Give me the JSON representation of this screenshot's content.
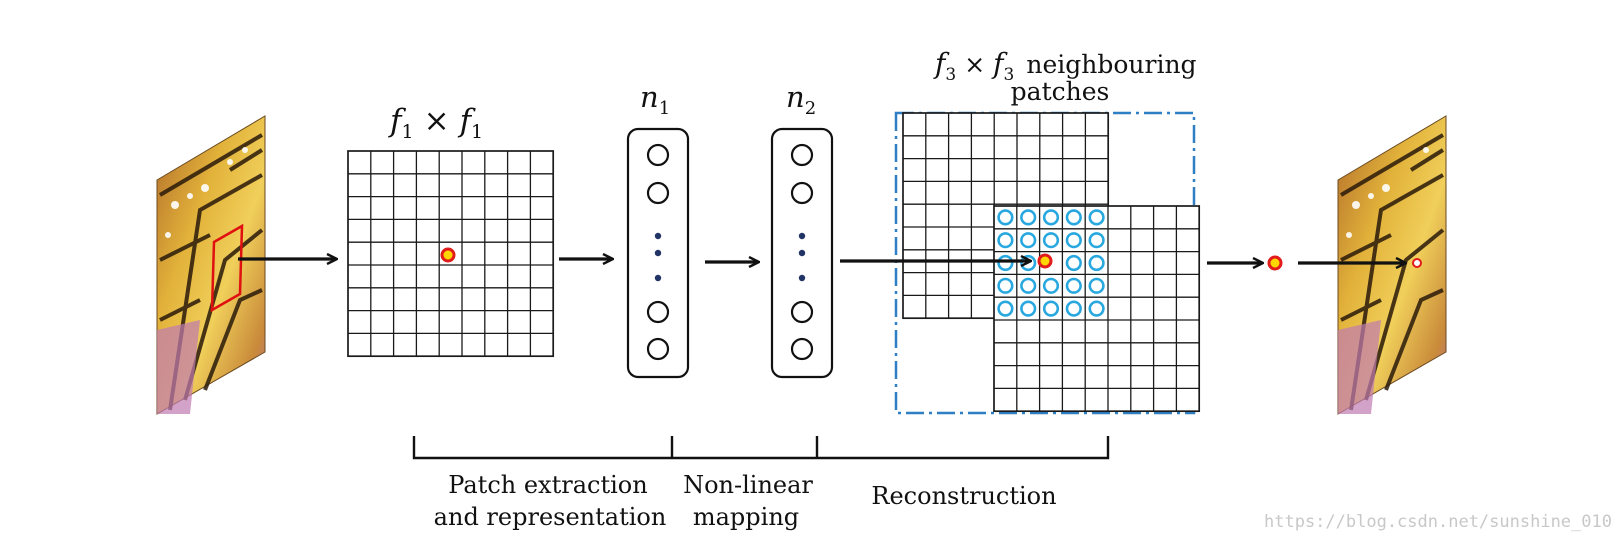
{
  "labels": {
    "f1": "f",
    "f1_sub": "1",
    "times": "×",
    "n1": "n",
    "n1_sub": "1",
    "n2": "n",
    "n2_sub": "2",
    "f3": "f",
    "f3_sub": "3",
    "neighbouring": "neighbouring",
    "patches": "patches",
    "stage1_line1": "Patch extraction",
    "stage1_line2": "and representation",
    "stage2_line1": "Non-linear",
    "stage2_line2": "mapping",
    "stage3": "Reconstruction"
  },
  "watermark": "https://blog.csdn.net/sunshine_010",
  "colors": {
    "grid": "#1a1a1a",
    "highlight_ring": "#e21b1b",
    "highlight_fill": "#ffd600",
    "cyan_circle": "#29a8e0",
    "dash_box": "#2f7fc4",
    "arrow": "#111111"
  }
}
